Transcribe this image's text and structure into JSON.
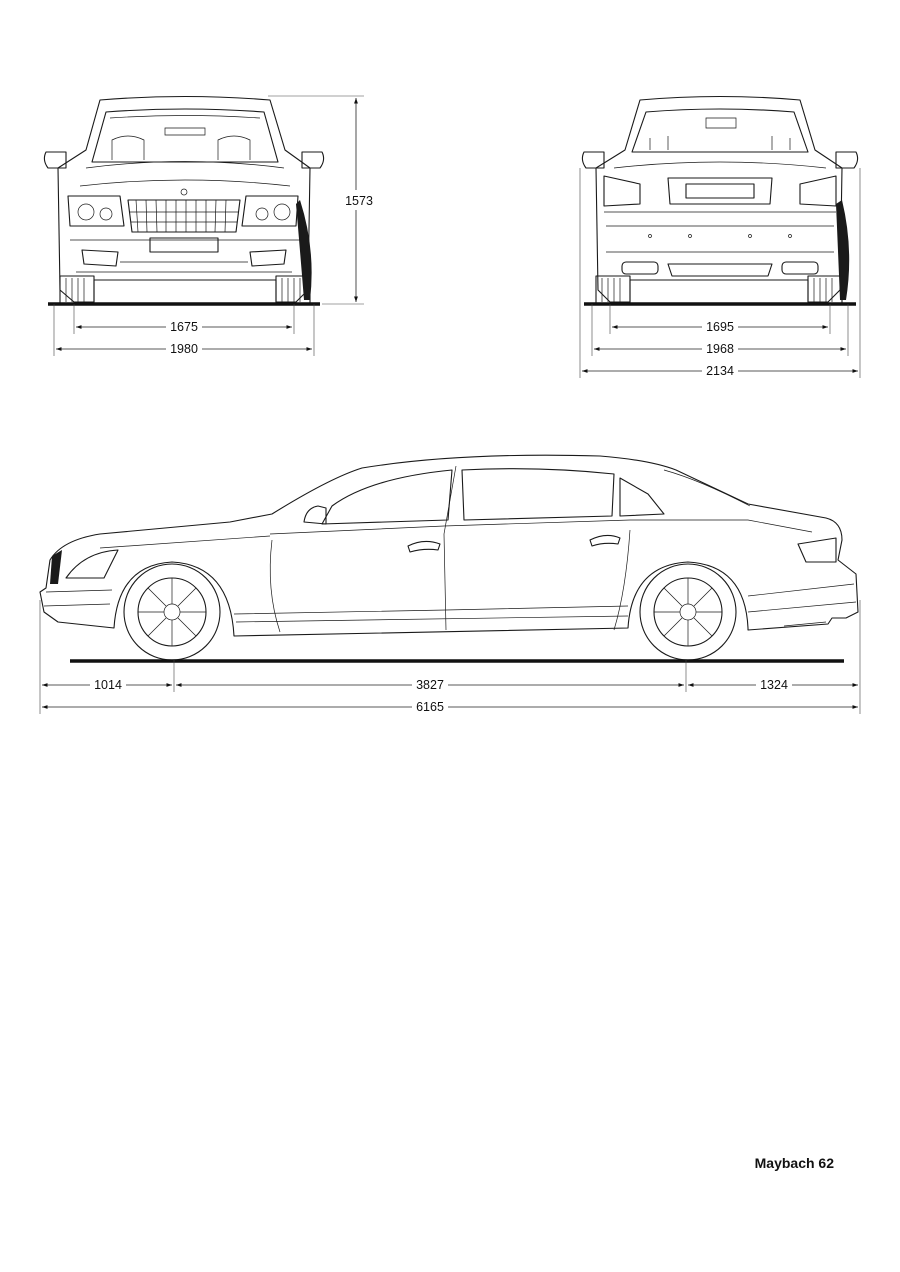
{
  "model_name": "Maybach 62",
  "dimensions": {
    "front_height": "1573",
    "front_track": "1675",
    "front_width": "1980",
    "rear_track": "1695",
    "rear_width": "1968",
    "rear_width_mirrors": "2134",
    "front_overhang": "1014",
    "wheelbase": "3827",
    "rear_overhang": "1324",
    "overall_length": "6165"
  },
  "colors": {
    "line": "#1a1a1a",
    "background": "#ffffff"
  }
}
